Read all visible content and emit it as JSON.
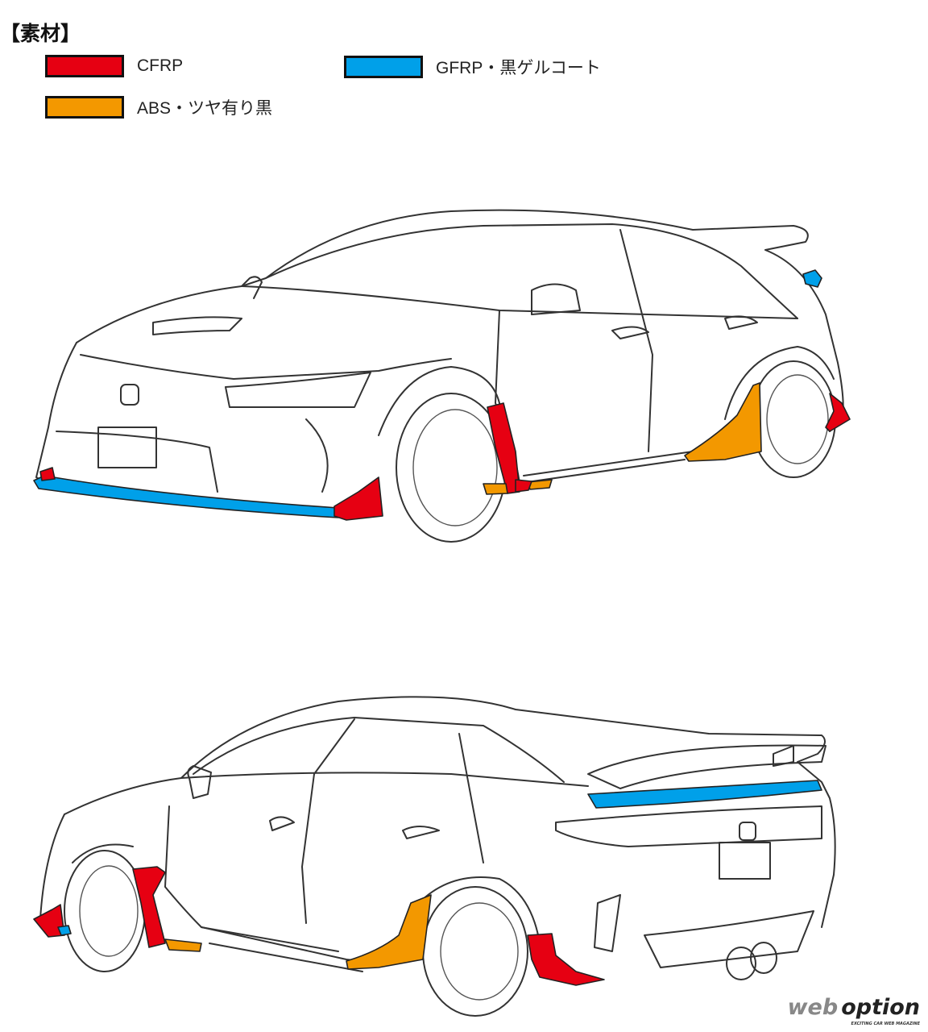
{
  "title": "【素材】",
  "legend": [
    {
      "label": "CFRP",
      "color": "#e60012"
    },
    {
      "label": "GFRP・黒ゲルコート",
      "color": "#00a0e9"
    },
    {
      "label": "ABS・ツヤ有り黒",
      "color": "#f39800"
    }
  ],
  "logo": {
    "main_a": "web",
    "main_b": "option",
    "sub": "EXCITING CAR WEB MAGAZINE"
  }
}
